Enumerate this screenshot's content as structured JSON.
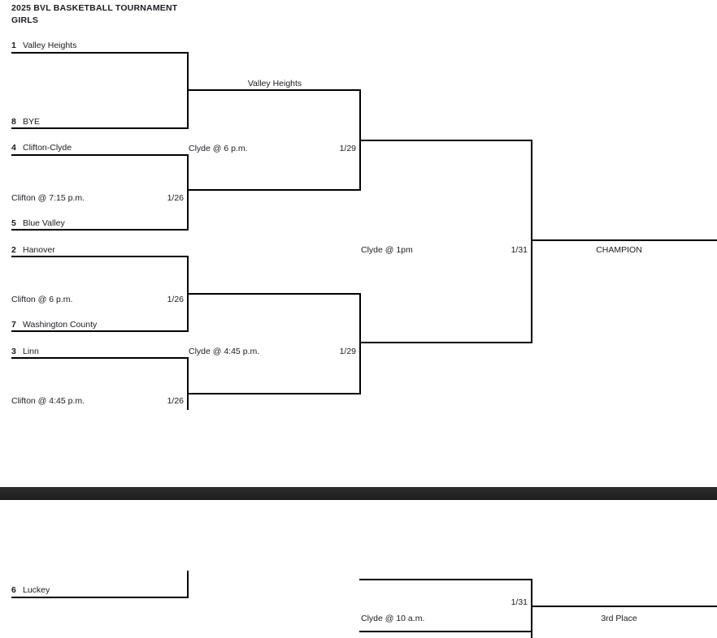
{
  "header": {
    "line1": "2025 BVL BASKETBALL TOURNAMENT",
    "line2": "GIRLS"
  },
  "bracket": {
    "round1": [
      {
        "top_seed": "1",
        "top_team": "Valley Heights",
        "bottom_seed": "8",
        "bottom_team": "BYE",
        "game_site_time": "",
        "game_date": ""
      },
      {
        "top_seed": "4",
        "top_team": "Clifton-Clyde",
        "bottom_seed": "5",
        "bottom_team": "Blue Valley",
        "game_site_time": "Clifton @ 7:15 p.m.",
        "game_date": "1/26"
      },
      {
        "top_seed": "2",
        "top_team": "Hanover",
        "bottom_seed": "7",
        "bottom_team": "Washington County",
        "game_site_time": "Clifton @ 6 p.m.",
        "game_date": "1/26"
      },
      {
        "top_seed": "3",
        "top_team": "Linn",
        "bottom_seed": "",
        "bottom_team": "",
        "game_site_time": "Clifton @ 4:45 p.m.",
        "game_date": "1/26"
      }
    ],
    "semifinals": [
      {
        "winner": "Valley Heights",
        "game_site_time": "Clyde @ 6 p.m.",
        "game_date": "1/29"
      },
      {
        "winner": "",
        "game_site_time": "Clyde @ 4:45 p.m.",
        "game_date": "1/29"
      }
    ],
    "final": {
      "game_site_time": "Clyde @ 1pm",
      "game_date": "1/31",
      "result_label": "CHAMPION"
    },
    "consolation": {
      "seed": "6",
      "team": "Luckey",
      "game_site_time": "Clyde @ 10 a.m.",
      "game_date": "1/31",
      "result_label": "3rd Place"
    }
  }
}
